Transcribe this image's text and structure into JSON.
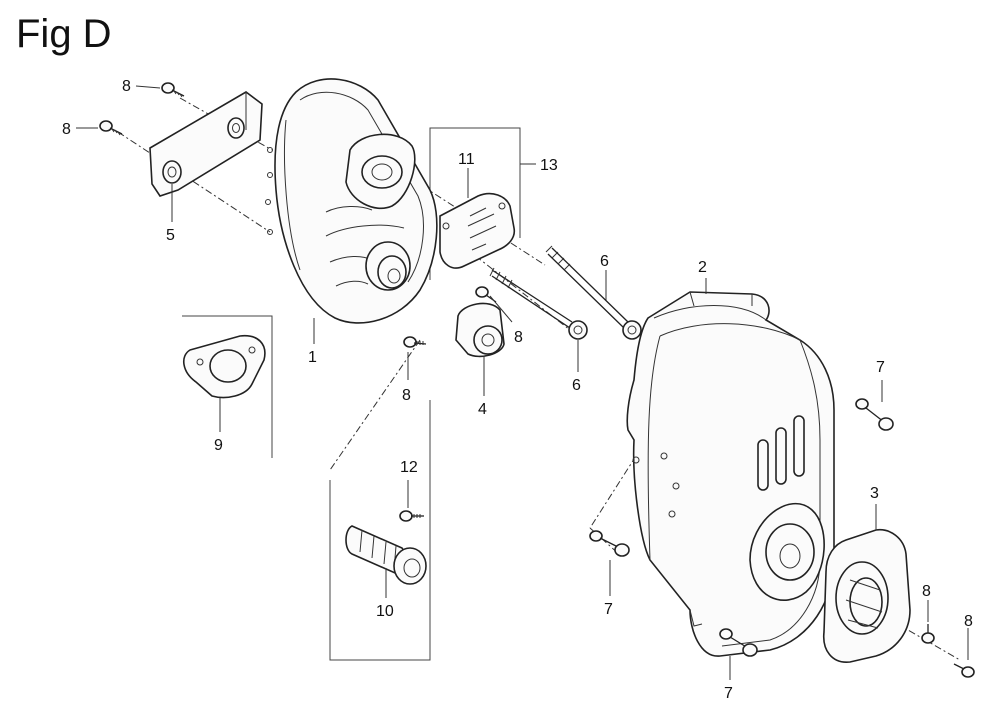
{
  "figure": {
    "title": "Fig D"
  },
  "callouts": {
    "c1": "1",
    "c2": "2",
    "c3": "3",
    "c4": "4",
    "c5": "5",
    "c6a": "6",
    "c6b": "6",
    "c7a": "7",
    "c7b": "7",
    "c7c": "7",
    "c8a": "8",
    "c8b": "8",
    "c8c": "8",
    "c8d": "8",
    "c8e": "8",
    "c8f": "8",
    "c9": "9",
    "c10": "10",
    "c11": "11",
    "c12": "12",
    "c13": "13"
  },
  "icons": {
    "muffler": "muffler-icon",
    "muffler-cover": "muffler-cover-icon",
    "bracket": "bracket-icon",
    "gasket": "gasket-icon",
    "spark-arrester": "spark-arrester-icon",
    "deflector": "deflector-icon",
    "bolt": "bolt-icon",
    "screw": "screw-icon"
  }
}
